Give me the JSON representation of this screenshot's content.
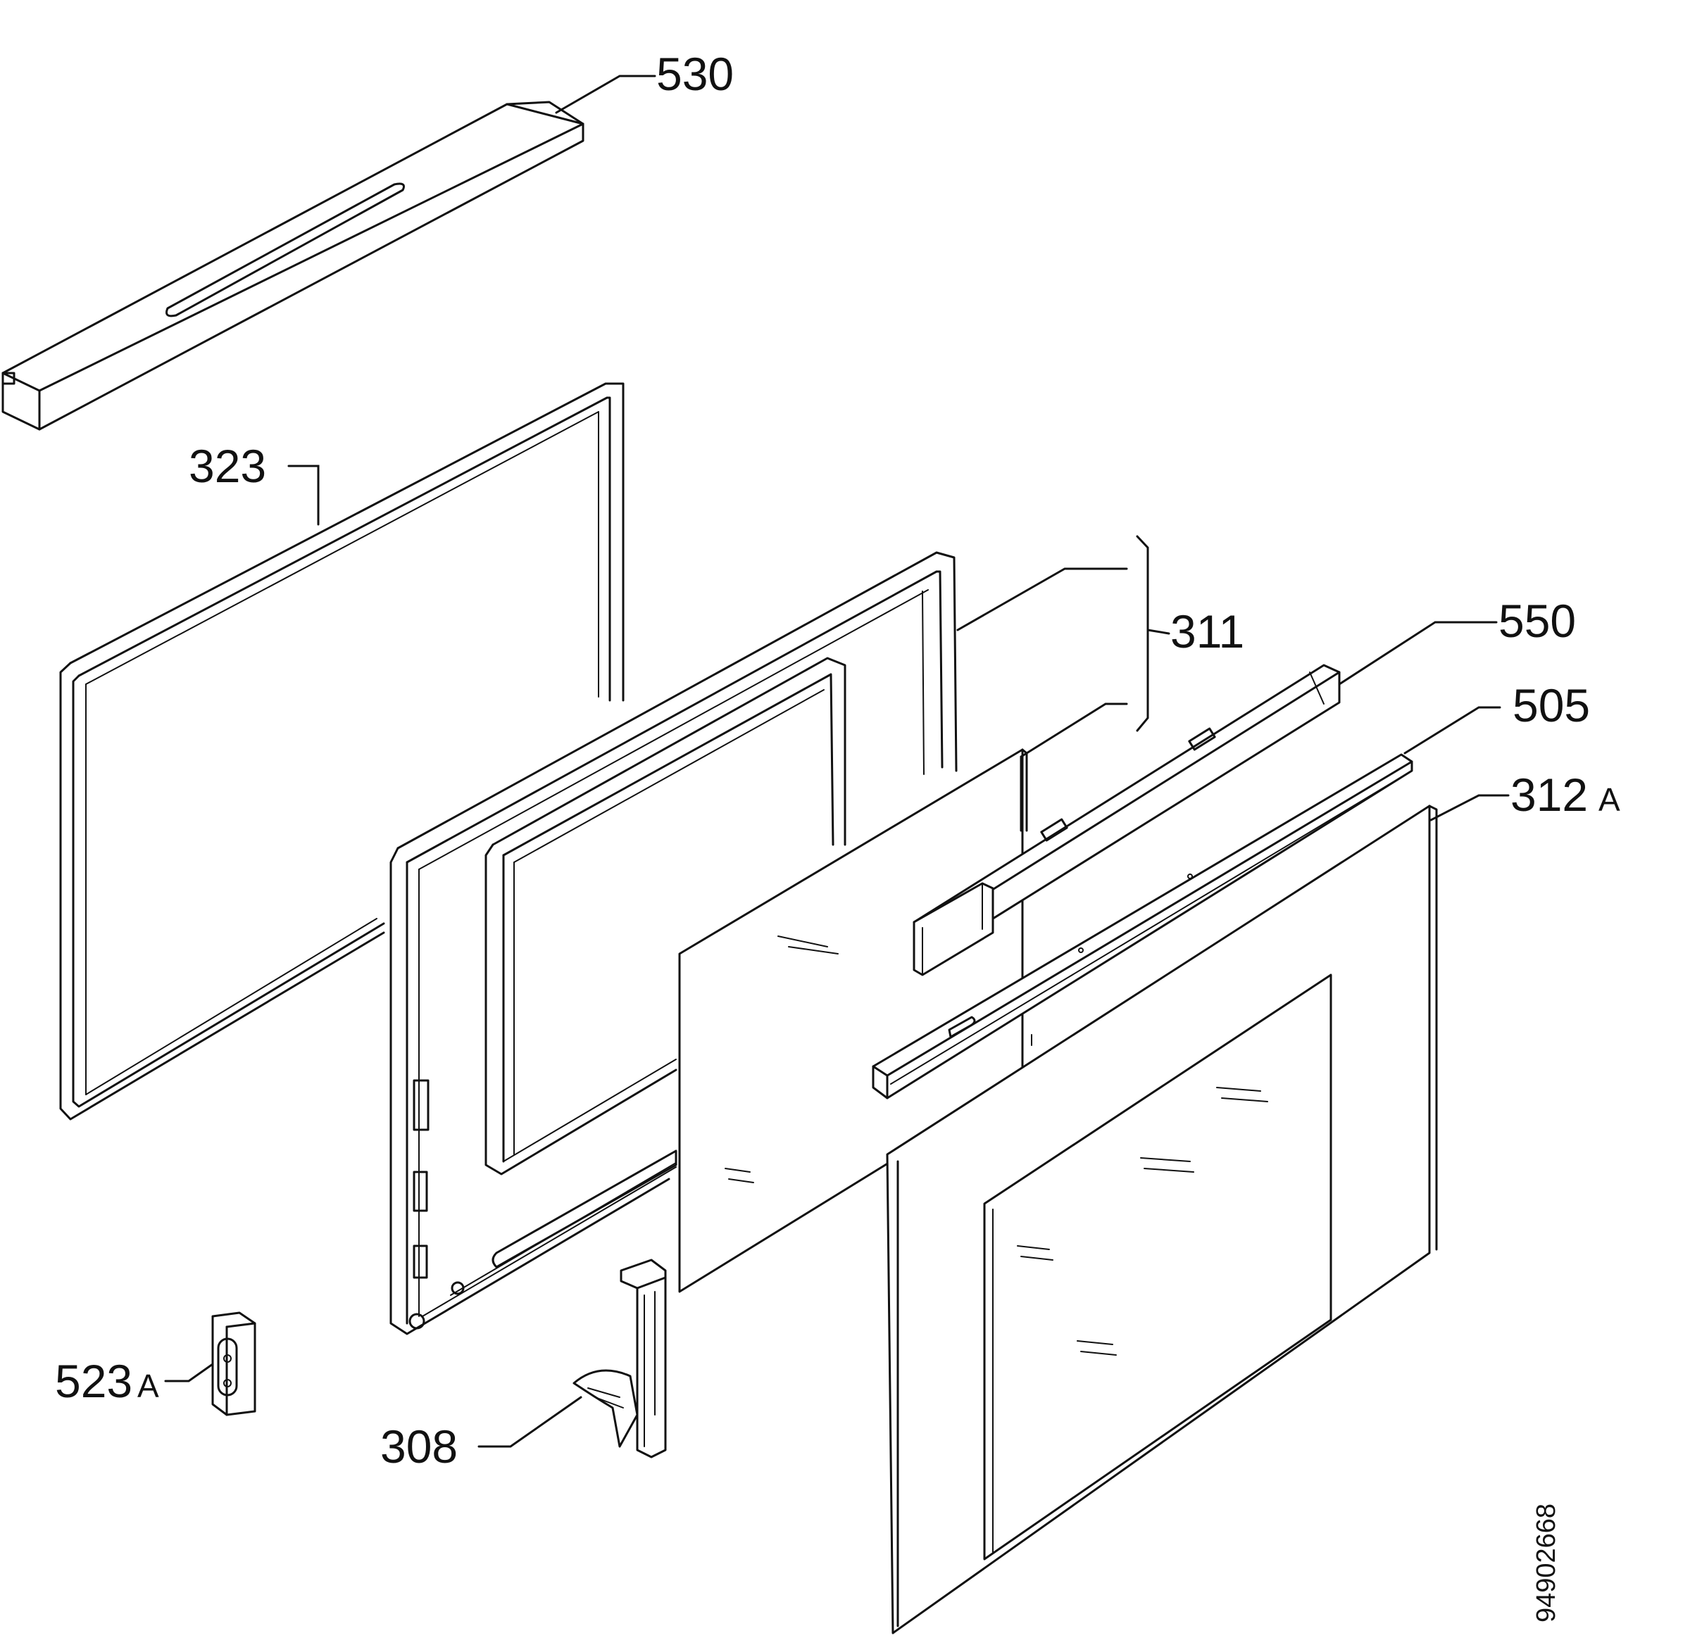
{
  "labels": {
    "p530": "530",
    "p323": "323",
    "p311": "311",
    "p550": "550",
    "p505": "505",
    "p312_num": "312",
    "p312_suffix": "A",
    "p523_num": "523",
    "p523_suffix": "A",
    "p308": "308"
  },
  "document_number": "94902668"
}
